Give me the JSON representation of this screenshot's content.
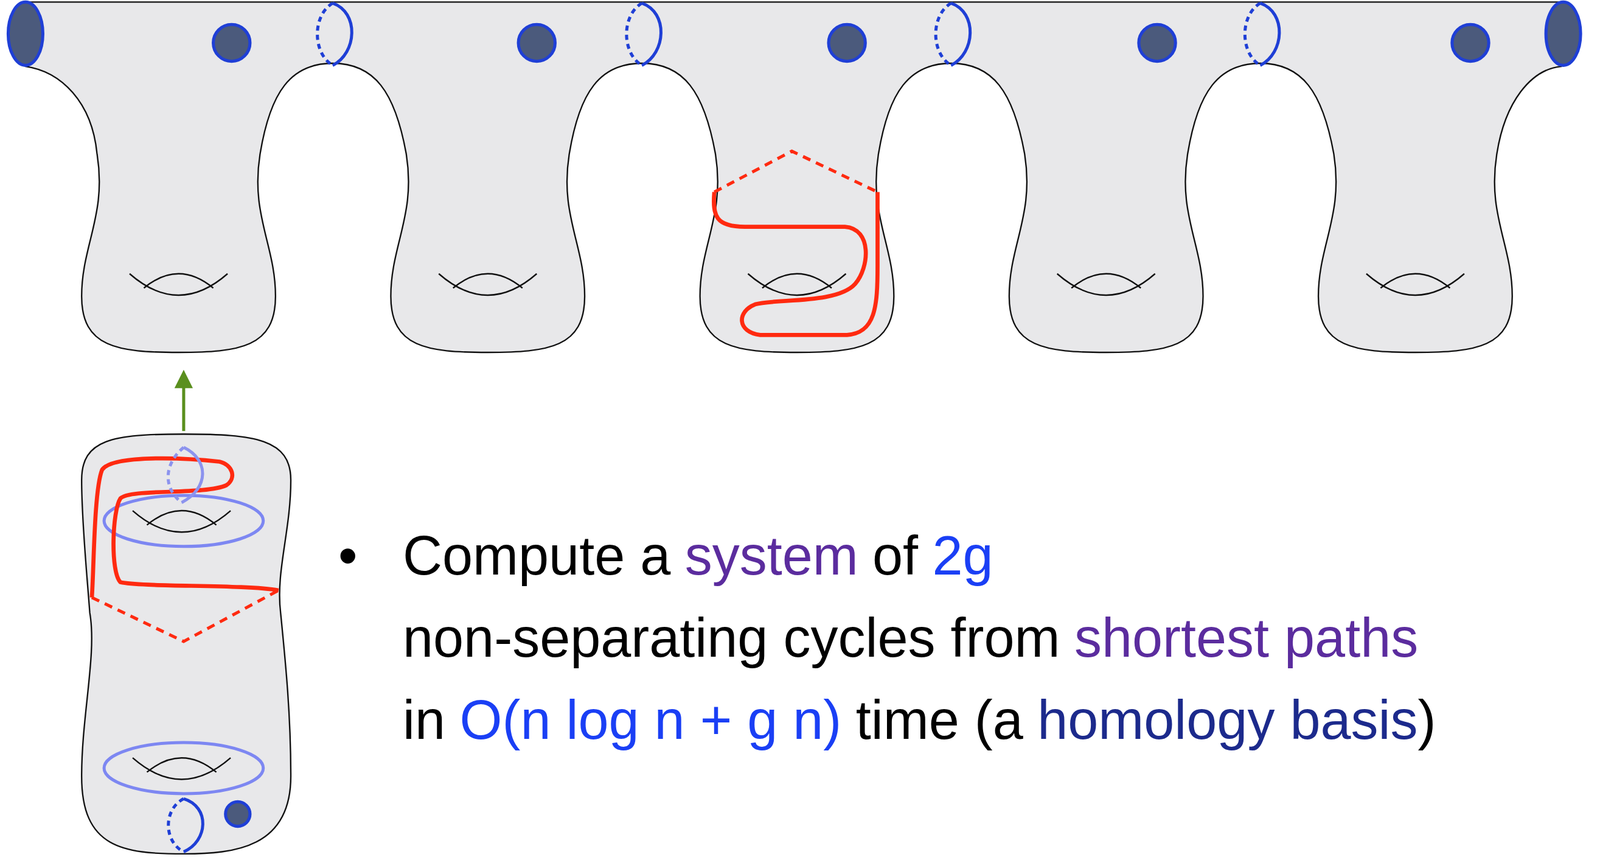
{
  "diagram": {
    "labels": [
      "•",
      "Compute a",
      "system",
      "of",
      "2g",
      "non-separating cycles from",
      "shortest paths",
      "in",
      "O(n log n + g n)",
      "time (a",
      "homology basis",
      ")"
    ]
  }
}
